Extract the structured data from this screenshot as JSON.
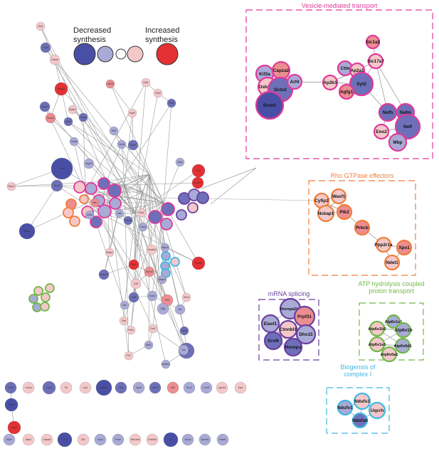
{
  "colors": {
    "dec_strong": "#4a4fa6",
    "dec_mid": "#6d70b8",
    "dec_light": "#a9aad6",
    "neutral": "#ffffff",
    "inc_light": "#f4c8c9",
    "inc_mid": "#ec8d90",
    "inc_strong": "#e53033",
    "edge": "#9a9a9a",
    "vesicle": "#e0399a",
    "rho": "#f07e3a",
    "mrna": "#6b3fa0",
    "atp": "#72b84a",
    "complex1": "#3fb7e3"
  },
  "legend": {
    "decreased_label": "Decreased\nsynthesis",
    "increased_label": "Increased\nsynthesis"
  },
  "modules": [
    {
      "id": "vesicle",
      "title": "Vesicle-mediated transport",
      "color": "vesicle",
      "nodes": [
        {
          "label": "Slc1a2",
          "fill": "inc_mid"
        },
        {
          "label": "Slc17a7",
          "fill": "inc_light"
        },
        {
          "label": "Kif2a",
          "fill": "dec_light"
        },
        {
          "label": "Capza2",
          "fill": "inc_mid"
        },
        {
          "label": "Osbpl1a",
          "fill": "inc_light"
        },
        {
          "label": "Dctn2",
          "fill": "dec_mid"
        },
        {
          "label": "Arf4",
          "fill": "dec_light"
        },
        {
          "label": "Dctn3",
          "fill": "dec_strong"
        },
        {
          "label": "Cttn",
          "fill": "dec_light"
        },
        {
          "label": "Ap2a1",
          "fill": "inc_light"
        },
        {
          "label": "Ap2b1",
          "fill": "inc_light"
        },
        {
          "label": "Syt2",
          "fill": "dec_mid"
        },
        {
          "label": "Agfg1",
          "fill": "inc_mid"
        },
        {
          "label": "Nefh",
          "fill": "dec_mid"
        },
        {
          "label": "Nefm",
          "fill": "dec_mid"
        },
        {
          "label": "Nefl",
          "fill": "dec_mid"
        },
        {
          "label": "Eno2",
          "fill": "inc_light"
        },
        {
          "label": "Mbp",
          "fill": "dec_light"
        }
      ]
    },
    {
      "id": "rho",
      "title": "Rho GTPase effectors",
      "color": "rho",
      "nodes": [
        {
          "label": "Cyfip2",
          "fill": "inc_light"
        },
        {
          "label": "Wasf1",
          "fill": "inc_light"
        },
        {
          "label": "Nckap1",
          "fill": "inc_light"
        },
        {
          "label": "Ptk2",
          "fill": "inc_mid"
        },
        {
          "label": "Prkcb",
          "fill": "inc_mid"
        },
        {
          "label": "Ppp2r1a",
          "fill": "inc_light"
        },
        {
          "label": "Xpo1",
          "fill": "inc_mid"
        },
        {
          "label": "Ndel1",
          "fill": "inc_light"
        }
      ]
    },
    {
      "id": "mrna",
      "title": "mRNA splicing",
      "color": "mrna",
      "nodes": [
        {
          "label": "Hnrnpa2b1",
          "fill": "dec_light"
        },
        {
          "label": "Prpf31",
          "fill": "inc_mid"
        },
        {
          "label": "Elavl1",
          "fill": "dec_light"
        },
        {
          "label": "Ctnnbl1",
          "fill": "inc_light"
        },
        {
          "label": "Dhx15",
          "fill": "dec_light"
        },
        {
          "label": "Srsf6",
          "fill": "dec_mid"
        },
        {
          "label": "Hnrnpu",
          "fill": "dec_mid"
        }
      ]
    },
    {
      "id": "atp",
      "title": "ATP hydrolysis coupled\nproton transport",
      "color": "atp",
      "nodes": [
        {
          "label": "Atp6v1c1",
          "fill": "dec_light"
        },
        {
          "label": "Atp6v1b2",
          "fill": "inc_light"
        },
        {
          "label": "Atp6v1h",
          "fill": "dec_light"
        },
        {
          "label": "Atp6v1e1",
          "fill": "inc_light"
        },
        {
          "label": "Atp6v0d1",
          "fill": "dec_light"
        },
        {
          "label": "Atp6v0a1",
          "fill": "inc_light"
        }
      ]
    },
    {
      "id": "complex1",
      "title": "Biogensis of\ncomplex I",
      "color": "complex1",
      "nodes": [
        {
          "label": "Ndufs1",
          "fill": "inc_light"
        },
        {
          "label": "Ndufv1",
          "fill": "dec_light"
        },
        {
          "label": "Uqcrh",
          "fill": "inc_light"
        },
        {
          "label": "Ndufs6",
          "fill": "dec_mid"
        }
      ]
    }
  ],
  "main_network_nodes": [
    {
      "label": "Vim1",
      "fill": "inc_light"
    },
    {
      "label": "Vcan",
      "fill": "dec_mid"
    },
    {
      "label": "Camta",
      "fill": "inc_light"
    },
    {
      "label": "Hmgb1",
      "fill": "inc_strong"
    },
    {
      "label": "Dpysl3",
      "fill": "dec_mid"
    },
    {
      "label": "Kif5c",
      "fill": "dec_strong"
    },
    {
      "label": "Nrxn1",
      "fill": "dec_mid"
    },
    {
      "label": "Mapk1",
      "fill": "dec_strong"
    },
    {
      "label": "Ptprz1",
      "fill": "inc_light"
    },
    {
      "label": "Tuba1a",
      "fill": "inc_mid"
    },
    {
      "label": "Gnb1",
      "fill": "dec_mid"
    },
    {
      "label": "Sptan1",
      "fill": "inc_light"
    },
    {
      "label": "Ywhaz",
      "fill": "dec_light"
    },
    {
      "label": "Plp1",
      "fill": "inc_strong"
    },
    {
      "label": "Psmb6",
      "fill": "inc_strong"
    },
    {
      "label": "Calm1",
      "fill": "dec_mid"
    },
    {
      "label": "Tubb5",
      "fill": "dec_light"
    },
    {
      "label": "Rps9",
      "fill": "inc_light"
    },
    {
      "label": "Eef2",
      "fill": "dec_light"
    },
    {
      "label": "Ube2n",
      "fill": "inc_mid"
    },
    {
      "label": "Hspa8",
      "fill": "dec_mid"
    },
    {
      "label": "Gapdh",
      "fill": "dec_light"
    },
    {
      "label": "Pkm",
      "fill": "inc_mid"
    },
    {
      "label": "Aldoa",
      "fill": "dec_light"
    },
    {
      "label": "Stxbp1",
      "fill": "inc_light"
    },
    {
      "label": "Snap25",
      "fill": "dec_mid"
    },
    {
      "label": "Syn1",
      "fill": "inc_strong"
    },
    {
      "label": "Cdc42",
      "fill": "dec_light"
    },
    {
      "label": "Rac1",
      "fill": "inc_light"
    },
    {
      "label": "Actb",
      "fill": "dec_light"
    },
    {
      "label": "Rab3a",
      "fill": "dec_mid"
    },
    {
      "label": "Camk2a",
      "fill": "inc_light"
    },
    {
      "label": "Map1b",
      "fill": "dec_light"
    },
    {
      "label": "Atp1a3",
      "fill": "inc_mid"
    },
    {
      "label": "Kif1a",
      "fill": "inc_light"
    },
    {
      "label": "Mapk3",
      "fill": "dec_light"
    },
    {
      "label": "Cct2",
      "fill": "inc_light"
    },
    {
      "label": "Cdk5",
      "fill": "dec_mid"
    },
    {
      "label": "Gnao1",
      "fill": "dec_light"
    },
    {
      "label": "Nsf",
      "fill": "dec_light"
    },
    {
      "label": "Pfn2",
      "fill": "inc_mid"
    },
    {
      "label": "Ncam1",
      "fill": "inc_strong"
    },
    {
      "label": "Dlg4",
      "fill": "dec_light"
    },
    {
      "label": "Mapt",
      "fill": "dec_light"
    },
    {
      "label": "Sod1",
      "fill": "inc_light"
    },
    {
      "label": "Park7",
      "fill": "inc_light"
    },
    {
      "label": "Prdx2",
      "fill": "dec_mid"
    },
    {
      "label": "Echs1",
      "fill": "dec_mid"
    },
    {
      "label": "Hadha",
      "fill": "dec_mid"
    },
    {
      "label": "Aldh5a1",
      "fill": "dec_light"
    },
    {
      "label": "Pink1",
      "fill": "inc_light"
    },
    {
      "label": "Ctsd",
      "fill": "inc_light"
    },
    {
      "label": "Dbi",
      "fill": "dec_light"
    },
    {
      "label": "Ckb",
      "fill": "dec_light"
    },
    {
      "label": "Got2",
      "fill": "inc_light"
    },
    {
      "label": "Mdh1",
      "fill": "dec_light"
    },
    {
      "label": "Fh1",
      "fill": "inc_light"
    }
  ],
  "isolated_top_row": [
    {
      "label": "Dhx9",
      "fill": "dec_mid"
    },
    {
      "label": "Cox1a",
      "fill": "inc_light"
    },
    {
      "label": "Cryab",
      "fill": "dec_mid"
    },
    {
      "label": "Sri",
      "fill": "inc_light"
    },
    {
      "label": "Lsp1",
      "fill": "inc_light"
    },
    {
      "label": "Rpl10a",
      "fill": "dec_strong"
    },
    {
      "label": "Fdx1",
      "fill": "dec_mid"
    },
    {
      "label": "Myo5",
      "fill": "dec_light"
    },
    {
      "label": "Lmnb2",
      "fill": "dec_mid"
    },
    {
      "label": "Mif1",
      "fill": "inc_mid"
    },
    {
      "label": "Eno3",
      "fill": "dec_light"
    },
    {
      "label": "Cuzd1",
      "fill": "dec_light"
    },
    {
      "label": "Cyp4a1",
      "fill": "inc_light"
    },
    {
      "label": "Eprs",
      "fill": "inc_light"
    }
  ],
  "isolated_left_pair": [
    {
      "label": "Calm2",
      "fill": "dec_strong"
    },
    {
      "label": "Fabp5",
      "fill": "inc_strong"
    }
  ],
  "isolated_bottom_row": [
    {
      "label": "Myh9",
      "fill": "dec_light"
    },
    {
      "label": "Mao2",
      "fill": "inc_light"
    },
    {
      "label": "Canaa2",
      "fill": "inc_light"
    },
    {
      "label": "Lmo2",
      "fill": "dec_strong"
    },
    {
      "label": "Sif1",
      "fill": "inc_light"
    },
    {
      "label": "Arpc1",
      "fill": "dec_light"
    },
    {
      "label": "Pmch",
      "fill": "dec_light"
    },
    {
      "label": "Hist1h4a",
      "fill": "inc_light"
    },
    {
      "label": "Fam49a",
      "fill": "inc_light"
    },
    {
      "label": "C4",
      "fill": "dec_strong"
    },
    {
      "label": "Vps4a",
      "fill": "dec_light"
    },
    {
      "label": "Mamd1",
      "fill": "dec_light"
    },
    {
      "label": "Rasd1",
      "fill": "dec_light"
    }
  ]
}
